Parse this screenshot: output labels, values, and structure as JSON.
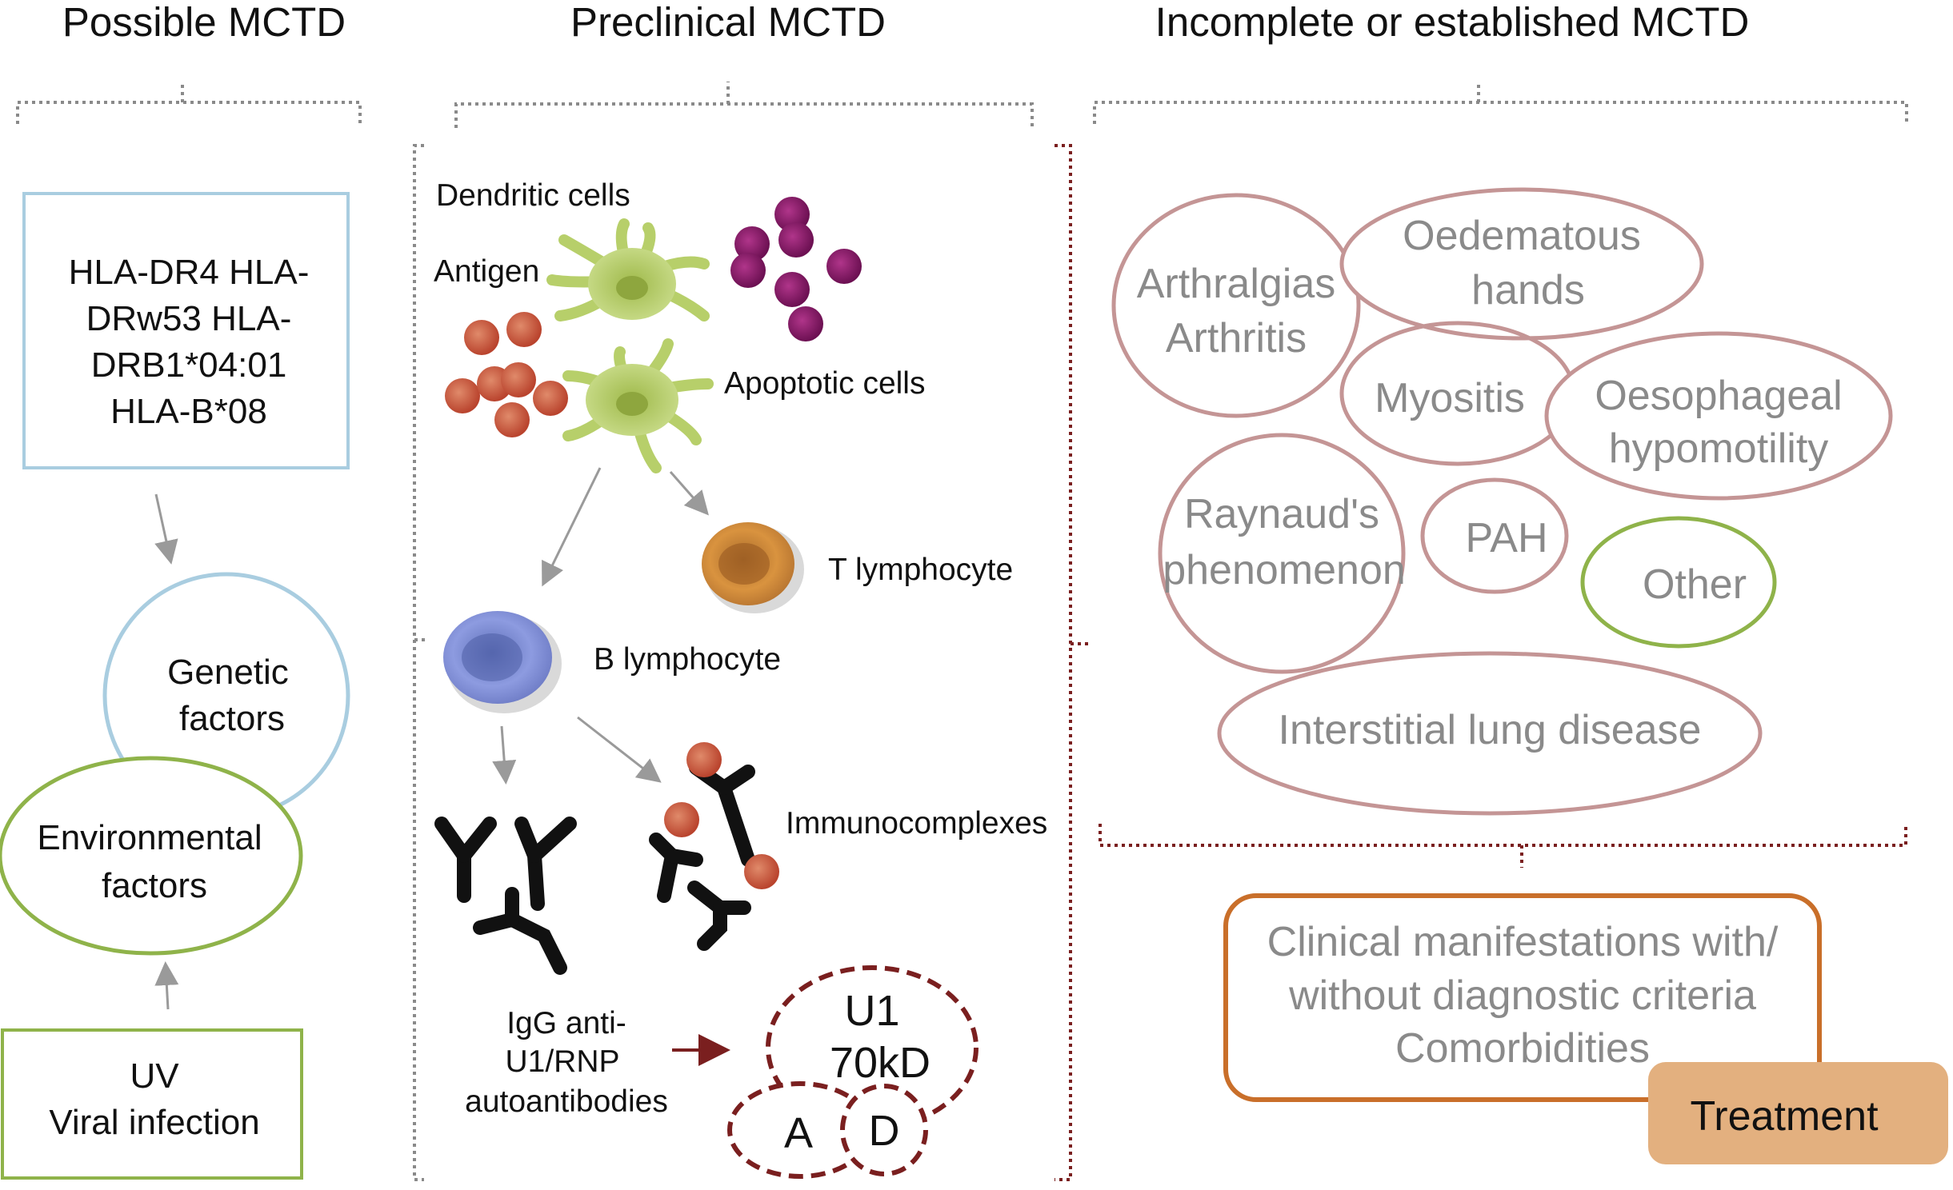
{
  "headers": {
    "possible": "Possible MCTD",
    "preclinical": "Preclinical MCTD",
    "established": "Incomplete or established MCTD"
  },
  "left": {
    "hla_lines": [
      "HLA-DR4 HLA-",
      "DRw53 HLA-",
      "DRB1*04:01",
      "HLA-B*08"
    ],
    "genetic_lines": [
      "Genetic",
      "factors"
    ],
    "environmental_lines": [
      "Environmental",
      "factors"
    ],
    "uv_lines": [
      "UV",
      "Viral infection"
    ]
  },
  "middle": {
    "dendritic": "Dendritic cells",
    "antigen": "Antigen",
    "apoptotic": "Apoptotic cells",
    "t_lymphocyte": "T lymphocyte",
    "b_lymphocyte": "B lymphocyte",
    "immunocomplexes": "Immunocomplexes",
    "igg_lines": [
      "IgG anti-",
      "U1/RNP",
      "autoantibodies"
    ],
    "u1_lines": [
      "U1",
      "70kD"
    ],
    "a": "A",
    "d": "D"
  },
  "right": {
    "arthralgias_lines": [
      "Arthralgias",
      "Arthritis"
    ],
    "oedematous_lines": [
      "Oedematous",
      "hands"
    ],
    "myositis": "Myositis",
    "oesophageal_lines": [
      "Oesophageal",
      "hypomotility"
    ],
    "raynaud_lines": [
      "Raynaud's",
      "phenomenon"
    ],
    "pah": "PAH",
    "other": "Other",
    "ild": "Interstitial lung disease",
    "clinical_lines": [
      "Clinical manifestations with/",
      "without diagnostic criteria",
      "Comorbidities"
    ],
    "treatment": "Treatment"
  },
  "colors": {
    "blue_outline": "#a9cde0",
    "green_outline": "#8fb34a",
    "rose_outline": "#c49595",
    "dark_red": "#7a1f1f",
    "orange_outline": "#c96f2a",
    "treatment_fill": "#e3b07f"
  }
}
